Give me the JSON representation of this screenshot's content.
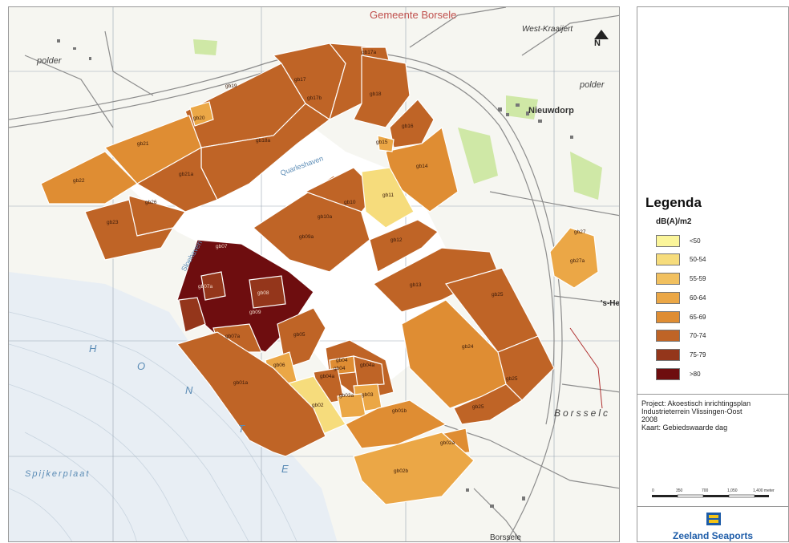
{
  "map": {
    "place_labels": {
      "municipality": "Gemeente Borsele",
      "west_kraaijert": "West-Kraaijert",
      "nieuwdorp": "Nieuwdorp",
      "polder_ne": "polder",
      "polder_nw": "polder",
      "borssele_town": "Borssele",
      "borssele_region": "Borsselc",
      "spijkerplaat": "Spijkerplaat",
      "hont_h": "H",
      "hont_o": "O",
      "hont_n": "N",
      "hont_t": "T",
      "hont_e": "E",
      "sloehaven": "Sloehaven",
      "quarleshaven": "Quarleshaven",
      "elsham": "'s-He",
      "north_arrow": "N"
    },
    "zone_labels": {
      "gb17a": "gb17a",
      "gb17": "gb17",
      "gb17b": "gb17b",
      "gb19": "gb19",
      "gb20": "gb20",
      "gb18": "gb18",
      "gb18a": "gb18a",
      "gb21": "gb21",
      "gb21a": "gb21a",
      "gb22": "gb22",
      "gb23": "gb23",
      "gb26": "gb26",
      "gb16": "gb16",
      "gb15": "gb15",
      "gb14": "gb14",
      "gb11": "gb11",
      "gb10": "gb10",
      "gb09a": "gb09a",
      "gb10b": "gb10a",
      "gb12": "gb12",
      "gb13": "gb13",
      "gb25": "gb25",
      "gb24": "gb24",
      "gb25b": "gb25",
      "gb25c": "gb25",
      "gb27": "gb27",
      "gb27a": "gb27a",
      "gb05": "gb05",
      "gb06": "gb06",
      "gb04": "gb04",
      "gb04a": "gb04a",
      "gb04b": "gb04a",
      "gb03": "gb03",
      "gb03a": "gb03a",
      "gb01": "gb01a",
      "gb01b": "gb01b",
      "gb02": "gb02",
      "gb02a": "gb02a",
      "gb02b": "gb02b",
      "gb07": "gb07",
      "gb07a": "gb07a",
      "gb08": "gb08",
      "gb09": "gb09",
      "gb07b": "gb07a",
      "gb04c": "gb04"
    }
  },
  "legend": {
    "title": "Legenda",
    "unit": "dB(A)/m2",
    "classes": [
      {
        "label": "<50",
        "color": "#fbf59a"
      },
      {
        "label": "50-54",
        "color": "#f6dc7c"
      },
      {
        "label": "55-59",
        "color": "#f1c05f"
      },
      {
        "label": "60-64",
        "color": "#eba746"
      },
      {
        "label": "65-69",
        "color": "#df8d33"
      },
      {
        "label": "70-74",
        "color": "#bf6426"
      },
      {
        "label": "75-79",
        "color": "#94361b"
      },
      {
        "label": ">80",
        "color": "#6e0d0f"
      }
    ]
  },
  "project": {
    "line1": "Project: Akoestisch inrichtingsplan",
    "line2": "Industrieterrein Vlissingen-Oost",
    "line3": "2008",
    "line4": "Kaart: Gebiedswaarde dag"
  },
  "scale": {
    "ticks": [
      "0",
      "350",
      "700",
      "1,050",
      "1,400 meter"
    ]
  },
  "logo": {
    "text": "Zeeland Seaports"
  },
  "colors": {
    "c50": "#fbf59a",
    "c55": "#f6dc7c",
    "c60": "#f1c05f",
    "c65": "#eba746",
    "c70": "#df8d33",
    "c74": "#bf6426",
    "c79": "#94361b",
    "c80": "#6e0d0f",
    "water": "#e9eef3",
    "land": "#f7f7f2",
    "green": "#c8e6a0"
  }
}
